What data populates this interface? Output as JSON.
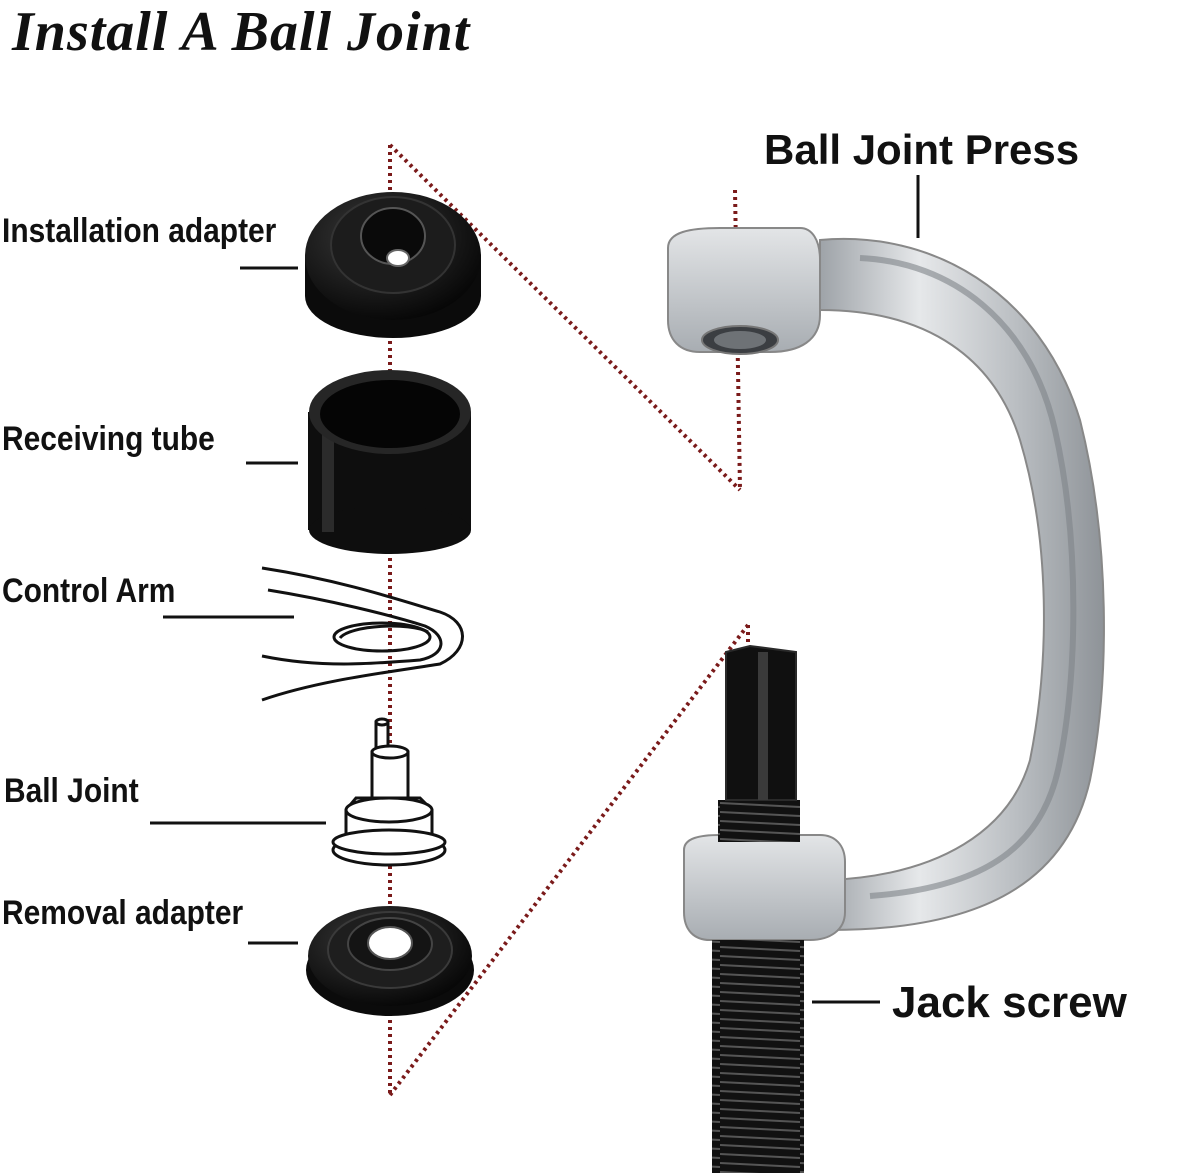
{
  "title": "Install A Ball Joint",
  "labels": {
    "installation_adapter": "Installation adapter",
    "receiving_tube": "Receiving tube",
    "control_arm": "Control Arm",
    "ball_joint": "Ball Joint",
    "removal_adapter": "Removal adapter",
    "ball_joint_press": "Ball Joint Press",
    "jack_screw": "Jack screw"
  },
  "colors": {
    "text": "#111111",
    "dotted_line": "#7a1a1a",
    "part_black": "#141414",
    "press_silver": "#c9ccd0"
  }
}
